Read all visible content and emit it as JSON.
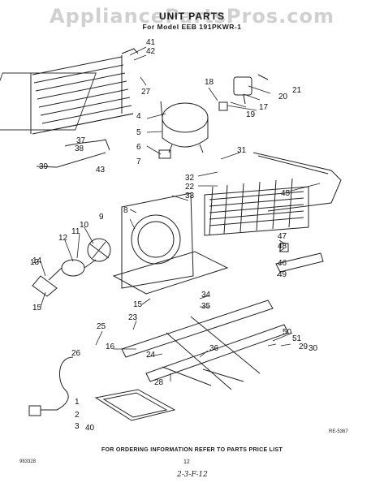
{
  "watermark": "AppliancePartsPros.com",
  "title": "UNIT PARTS",
  "subtitle": "For Model EEB 191PKWR-1",
  "footer": "FOR ORDERING INFORMATION REFER TO PARTS PRICE LIST",
  "page_number": "12",
  "handwritten_date": "2-3-F-12",
  "drawing_ref": "RE-5367",
  "doc_code": "983328",
  "callouts": [
    "41",
    "42",
    "27",
    "18",
    "21",
    "20",
    "17",
    "19",
    "4",
    "5",
    "6",
    "31",
    "37",
    "38",
    "39",
    "43",
    "7",
    "32",
    "33",
    "22",
    "45",
    "8",
    "9",
    "10",
    "11",
    "12",
    "13",
    "14",
    "15",
    "47",
    "48",
    "46",
    "49",
    "15",
    "34",
    "35",
    "23",
    "25",
    "50",
    "51",
    "29",
    "30",
    "36",
    "16",
    "24",
    "28",
    "26",
    "1",
    "2",
    "3",
    "40"
  ]
}
